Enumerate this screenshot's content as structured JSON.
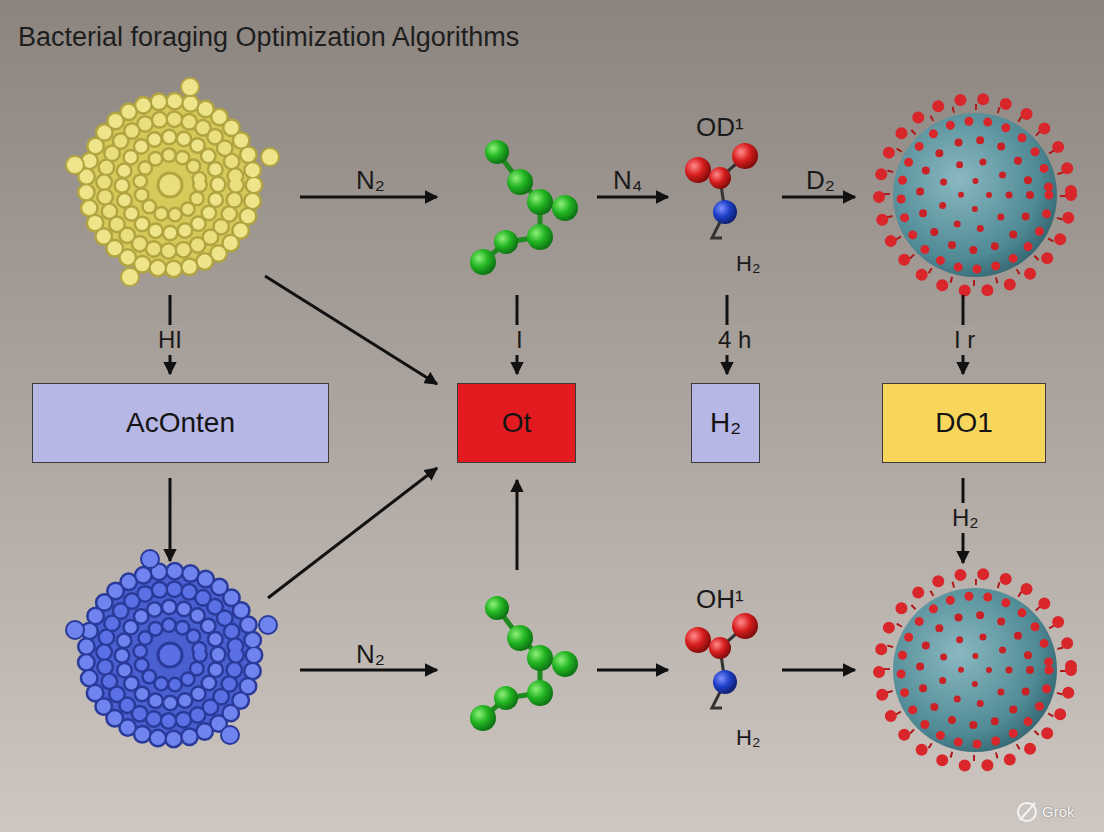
{
  "diagram": {
    "title": "Bacterial foraging Optimization Algorithms",
    "nodes": [
      {
        "text": [
          "AcOnten"
        ]
      },
      {
        "text": [
          "Ot"
        ]
      },
      {
        "text": [
          "H₂"
        ]
      },
      {
        "text": [
          "DO1"
        ]
      }
    ],
    "labels": [
      "N₂",
      "OD¹",
      "N₄",
      "D₂",
      "H₂",
      "HI",
      "I",
      "4 h",
      "I r",
      "H₂",
      "N₂",
      "OH¹",
      "H₂",
      "Grok"
    ]
  }
}
